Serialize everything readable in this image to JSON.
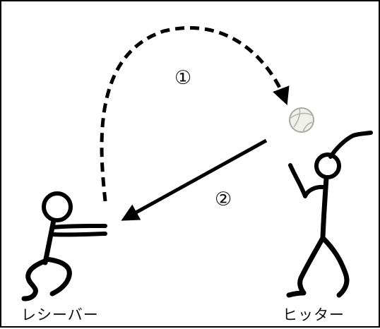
{
  "diagram": {
    "steps": {
      "step1": "①",
      "step2": "②"
    },
    "players": {
      "receiver_label": "レシーバー",
      "hitter_label": "ヒッター"
    },
    "ball": {
      "icon": "volleyball-icon"
    },
    "colors": {
      "line": "#000000",
      "ball_fill": "#f1f1ec",
      "ball_stroke": "#a9a9a2"
    }
  }
}
